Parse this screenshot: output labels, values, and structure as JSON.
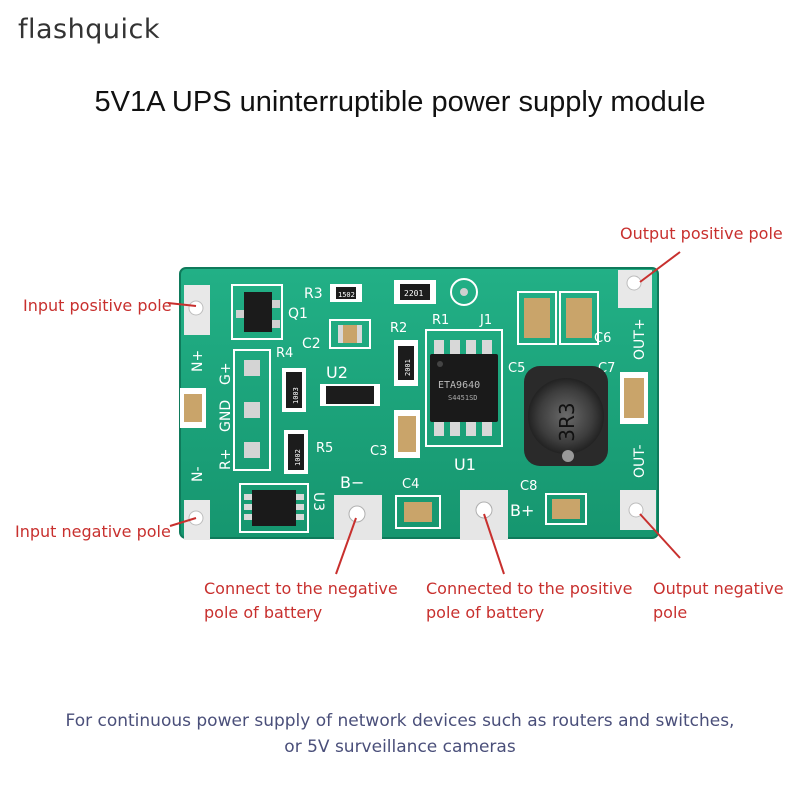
{
  "brand": "flashquick",
  "title": "5V1A UPS uninterruptible power supply module",
  "labels": {
    "input_positive": "Input positive pole",
    "output_positive": "Output positive pole",
    "input_negative": "Input negative pole",
    "battery_negative": "Connect to the negative pole of battery",
    "battery_positive": "Connected to the positive pole of battery",
    "output_negative": "Output negative pole"
  },
  "board_silkscreen": {
    "r3": "R3",
    "r3_code": "1502",
    "r2_top_code": "2201",
    "q1": "Q1",
    "r1": "R1",
    "j1": "J1",
    "c2": "C2",
    "r2": "R2",
    "r2_code": "2001",
    "r4": "R4",
    "r4_code": "1003",
    "u2": "U2",
    "g_plus": "G+",
    "gnd": "GND",
    "r_plus": "R+",
    "n_plus": "N+",
    "n_minus": "N-",
    "r5": "R5",
    "r5_code": "1002",
    "c3": "C3",
    "c4": "C4",
    "b_minus": "B−",
    "u3": "U3",
    "u1": "U1",
    "ic_text": "ETA9640",
    "ic_text2": "S4451SD",
    "c5": "C5",
    "c6": "C6",
    "c7": "C7",
    "c8": "C8",
    "b_plus": "B+",
    "inductor": "3R3",
    "out_plus": "OUT+",
    "out_minus": "OUT-"
  },
  "footer": {
    "line1": "For continuous power supply of network devices such as routers and switches,",
    "line2": "or 5V surveillance cameras"
  },
  "colors": {
    "pcb": "#1aa37c",
    "label_red": "#c8302e",
    "footer_text": "#4a4f7a"
  }
}
